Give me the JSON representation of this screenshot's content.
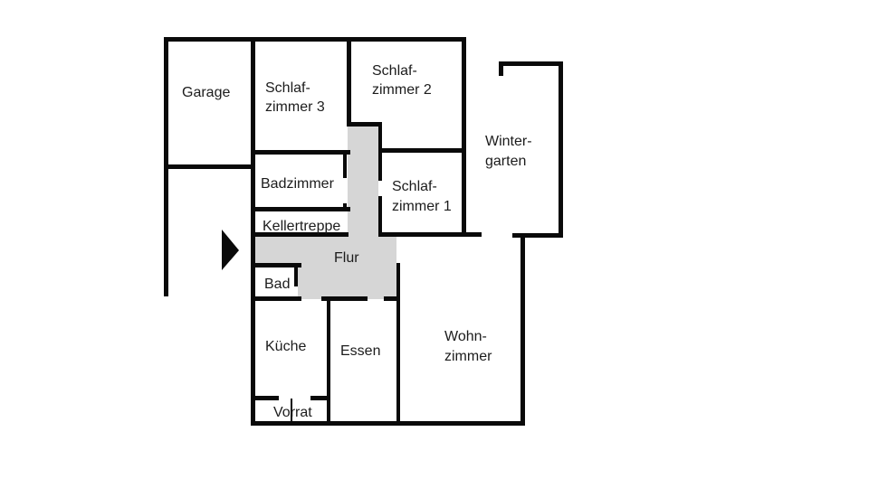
{
  "plan": {
    "type": "floor-plan",
    "language": "de",
    "entrance_marker": "right-pointing-triangle",
    "highlighted_area": "Flur"
  },
  "colors": {
    "wall": "#0a0a0a",
    "hallway_fill": "#d6d6d6",
    "text": "#1c1c1c",
    "background": "#ffffff"
  },
  "rooms": {
    "garage": {
      "label": "Garage"
    },
    "schlafzimmer3": {
      "line1": "Schlaf-",
      "line2": "zimmer 3"
    },
    "schlafzimmer2": {
      "line1": "Schlaf-",
      "line2": "zimmer 2"
    },
    "wintergarten": {
      "line1": "Winter-",
      "line2": "garten"
    },
    "badzimmer": {
      "label": "Badzimmer"
    },
    "schlafzimmer1": {
      "line1": "Schlaf-",
      "line2": "zimmer 1"
    },
    "kellertreppe": {
      "label": "Kellertreppe"
    },
    "flur": {
      "label": "Flur"
    },
    "bad": {
      "label": "Bad"
    },
    "kueche": {
      "label": "Küche"
    },
    "essen": {
      "label": "Essen"
    },
    "wohnzimmer": {
      "line1": "Wohn-",
      "line2": "zimmer"
    },
    "vorrat": {
      "label": "Vorrat"
    }
  }
}
